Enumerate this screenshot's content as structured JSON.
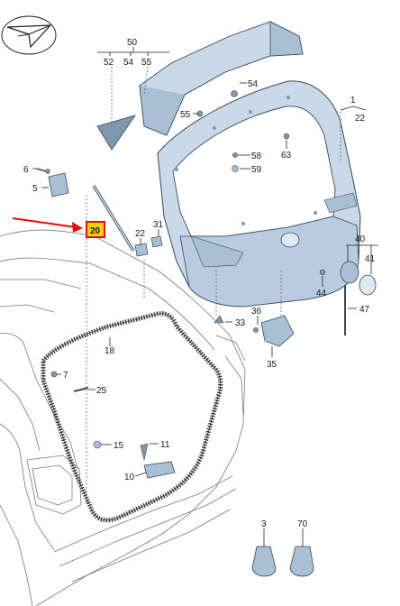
{
  "colors": {
    "part_fill": "#c9d9e8",
    "part_shade": "#a9bfd4",
    "part_dark": "#7f98b0",
    "outline": "#3a4a5a",
    "highlight_box": "#f2d200",
    "highlight_border": "#e01010",
    "pointer_arrow": "#e01010"
  },
  "icons": {
    "logo": "origami-bird-icon",
    "pointer": "red-arrow-icon"
  },
  "labels": {
    "l1": "1",
    "l3": "3",
    "l5": "5",
    "l6": "6",
    "l7": "7",
    "l10": "10",
    "l11": "11",
    "l15": "15",
    "l18": "18",
    "l20": "20",
    "l22": "22",
    "l25": "25",
    "l31": "31",
    "l33": "33",
    "l35": "35",
    "l36": "36",
    "l40": "40",
    "l41": "41",
    "l44": "44",
    "l47": "47",
    "l50": "50",
    "l52": "52",
    "l54a": "54",
    "l54b": "54",
    "l55a": "55",
    "l55b": "55",
    "l58": "58",
    "l59": "59",
    "l63": "63",
    "l70": "70"
  },
  "highlighted_part": "20"
}
